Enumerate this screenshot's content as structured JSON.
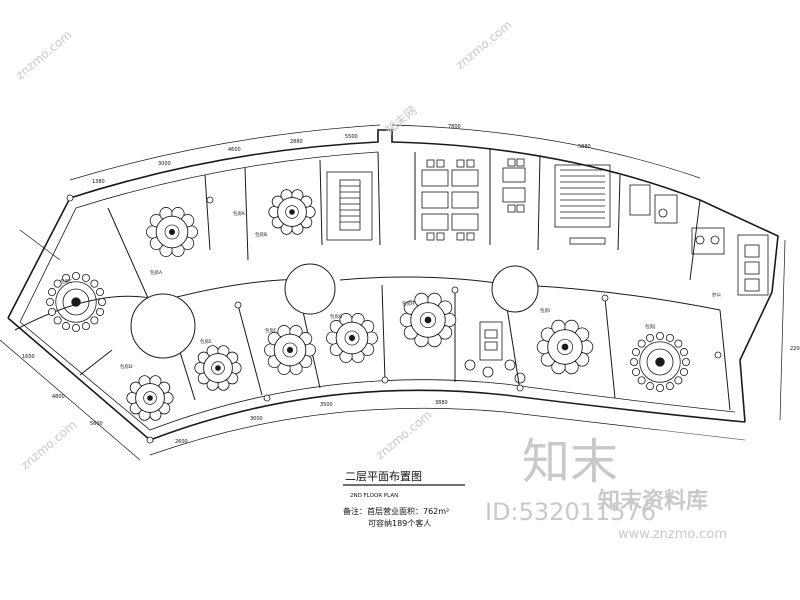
{
  "drawing": {
    "title": "二层平面布置图",
    "subtitle": "2ND FLOOR PLAN",
    "note_line1": "备注：首层营业面积：762m²",
    "note_line2": "可容纳189个客人"
  },
  "watermark": {
    "brand_cn": "知末",
    "brand_full": "知末资料库",
    "id_text": "ID:532011576",
    "url": "www.znzmo.com",
    "diag_text": "znzmo.com",
    "site_text": "知末网"
  },
  "dimensions": {
    "d1": "1380",
    "d2": "3000",
    "d3": "4600",
    "d4": "2880",
    "d5": "5500",
    "d6": "7800",
    "d7": "5880",
    "d8": "1600",
    "d9": "4800",
    "d10": "5600",
    "d11": "2600",
    "d12": "3000",
    "d13": "3500",
    "d14": "3880",
    "d15": "2200"
  },
  "rooms": {
    "r1": "包房A",
    "r2": "包房B",
    "r3": "包房C",
    "r4": "包房D",
    "r5": "包房E",
    "r6": "包房F",
    "r7": "包房G",
    "r8": "包房H",
    "r9": "包房I",
    "r10": "包房J",
    "r11": "包房K",
    "r12": "办公"
  },
  "colors": {
    "line": "#1a1a1a",
    "watermark": "#c9c9c9"
  }
}
